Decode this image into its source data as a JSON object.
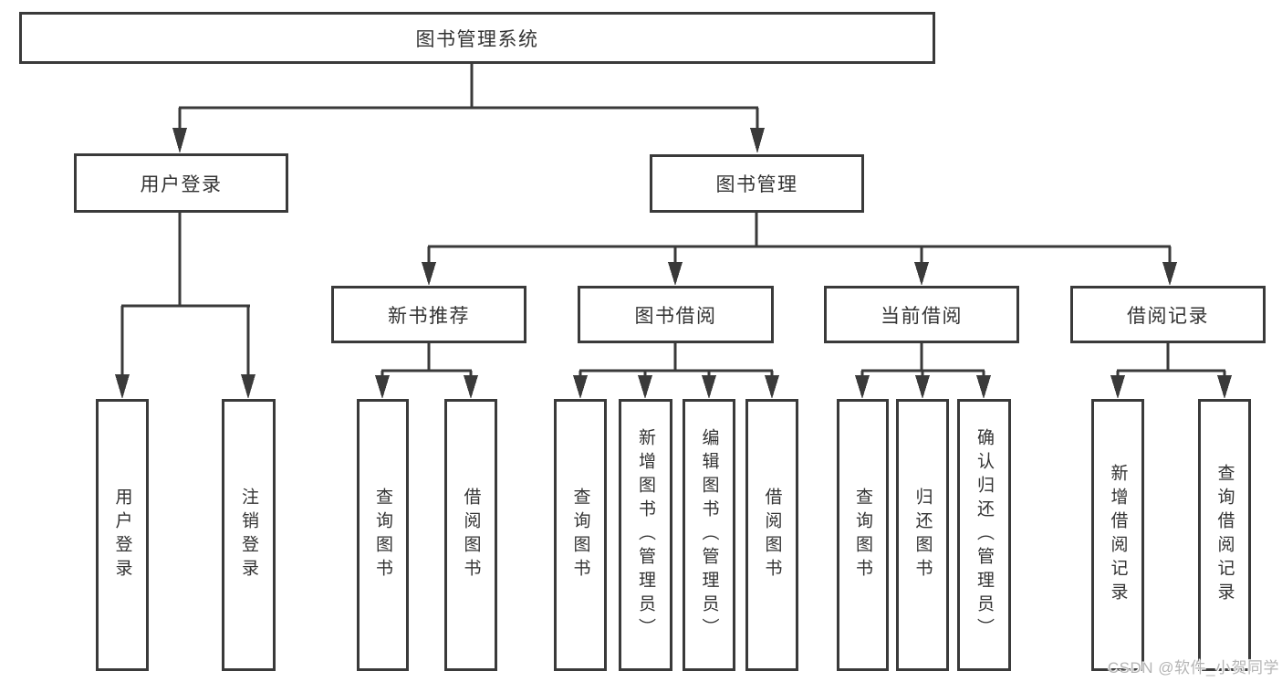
{
  "watermark": "CSDN @软件_小贺同学",
  "colors": {
    "line": "#3a3a3a",
    "text": "#333333",
    "watermark": "#b5b5b5",
    "background": "#ffffff"
  },
  "tree": {
    "label": "图书管理系统",
    "children": [
      {
        "label": "用户登录",
        "children": [
          {
            "label": "用户登录"
          },
          {
            "label": "注销登录"
          }
        ]
      },
      {
        "label": "图书管理",
        "children": [
          {
            "label": "新书推荐",
            "children": [
              {
                "label": "查询图书"
              },
              {
                "label": "借阅图书"
              }
            ]
          },
          {
            "label": "图书借阅",
            "children": [
              {
                "label": "查询图书"
              },
              {
                "label": "新增图书（管理员）"
              },
              {
                "label": "编辑图书（管理员）"
              },
              {
                "label": "借阅图书"
              }
            ]
          },
          {
            "label": "当前借阅",
            "children": [
              {
                "label": "查询图书"
              },
              {
                "label": "归还图书"
              },
              {
                "label": "确认归还（管理员）"
              }
            ]
          },
          {
            "label": "借阅记录",
            "children": [
              {
                "label": "新增借阅记录"
              },
              {
                "label": "查询借阅记录"
              }
            ]
          }
        ]
      }
    ]
  }
}
